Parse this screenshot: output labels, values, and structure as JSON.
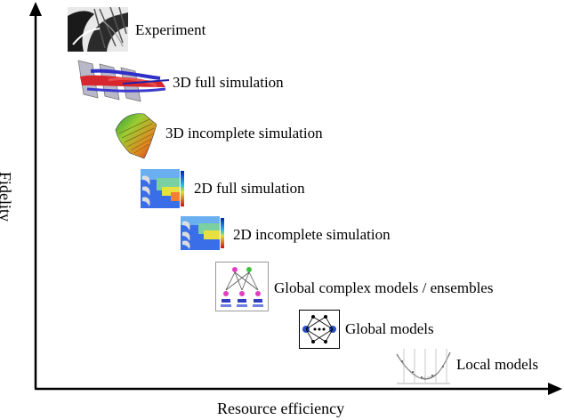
{
  "axes": {
    "x_label": "Resource efficiency",
    "y_label": "Fidelity"
  },
  "levels": [
    {
      "label": "Experiment",
      "icon": "experiment-photo-icon"
    },
    {
      "label": "3D full simulation",
      "icon": "3d-full-simulation-icon"
    },
    {
      "label": "3D incomplete simulation",
      "icon": "3d-incomplete-simulation-icon"
    },
    {
      "label": "2D full simulation",
      "icon": "2d-full-simulation-icon"
    },
    {
      "label": "2D incomplete simulation",
      "icon": "2d-incomplete-simulation-icon"
    },
    {
      "label": "Global complex models / ensembles",
      "icon": "ensemble-network-icon"
    },
    {
      "label": "Global models",
      "icon": "neural-network-icon"
    },
    {
      "label": "Local models",
      "icon": "local-regression-icon"
    }
  ]
}
